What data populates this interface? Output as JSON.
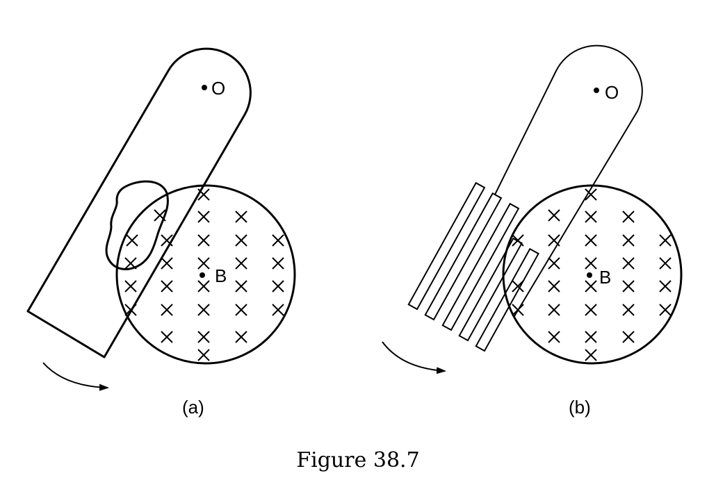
{
  "panel_a": {
    "pivot_label": "O",
    "field_label": "B",
    "caption": "(a)"
  },
  "panel_b": {
    "pivot_label": "O",
    "field_label": "B",
    "caption": "(b)"
  },
  "figure_caption": "Figure 38.7",
  "icons": {
    "field_marker": "cross-icon",
    "rotation": "curved-arrow-icon"
  },
  "colors": {
    "ink": "#000000",
    "background": "#ffffff"
  }
}
